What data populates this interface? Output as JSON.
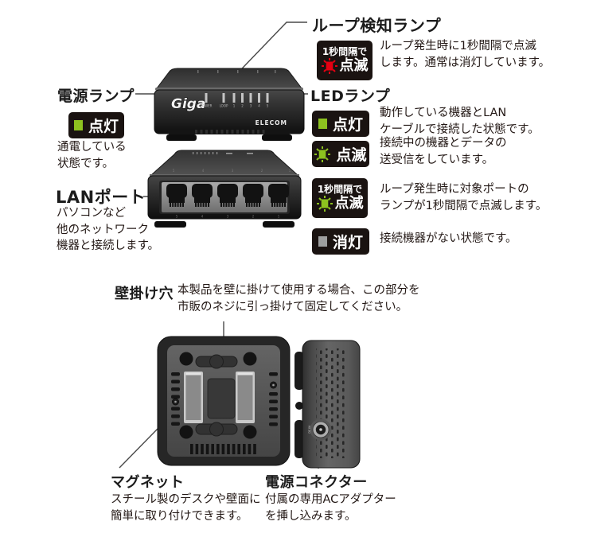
{
  "colors": {
    "badge_bg": "#1a1311",
    "led_green": "#8dc21f",
    "led_red": "#e60012",
    "led_off": "#9e9f9f",
    "text": "#231815",
    "leader_line": "#4a4a4a"
  },
  "sections": {
    "loop_lamp": {
      "title": "ループ検知ランプ",
      "badge_prefix": "1秒間隔で",
      "badge_label": "点滅",
      "desc1": "ループ発生時に1秒間隔で点滅",
      "desc2": "します。通常は消灯しています。"
    },
    "power_lamp": {
      "title": "電源ランプ",
      "badge_label": "点灯",
      "desc1": "通電している",
      "desc2": "状態です。"
    },
    "led_lamp": {
      "title": "LEDランプ",
      "rows": [
        {
          "badge_label": "点灯",
          "desc1": "動作している機器とLAN",
          "desc2": "ケーブルで接続した状態です。"
        },
        {
          "badge_label": "点滅",
          "desc1": "接続中の機器とデータの",
          "desc2": "送受信をしています。"
        },
        {
          "badge_prefix": "1秒間隔で",
          "badge_label": "点滅",
          "desc1": "ループ発生時に対象ポートの",
          "desc2": "ランプが1秒間隔で点滅します。"
        },
        {
          "badge_label": "消灯",
          "desc1": "接続機器がない状態です。"
        }
      ]
    },
    "lan_port": {
      "title": "LANポート",
      "desc1": "パソコンなど",
      "desc2": "他のネットワーク",
      "desc3": "機器と接続します。"
    },
    "wall_hole": {
      "title": "壁掛け穴",
      "desc1": "本製品を壁に掛けて使用する場合、この部分を",
      "desc2": "市販のネジに引っ掛けて固定してください。"
    },
    "magnet": {
      "title": "マグネット",
      "desc1": "スチール製のデスクや壁面に",
      "desc2": "簡単に取り付けできます。"
    },
    "power_connector": {
      "title": "電源コネクター",
      "desc1": "付属の専用ACアダプター",
      "desc2": "を挿し込みます。"
    }
  },
  "device": {
    "logo": "Giga",
    "brand": "ELECOM",
    "led_labels": [
      "POWER",
      "LOOP",
      "1",
      "2",
      "3",
      "4",
      "5"
    ],
    "port_numbers": [
      "5",
      "4",
      "3",
      "2",
      "1"
    ],
    "dc_label": "DC IN"
  }
}
